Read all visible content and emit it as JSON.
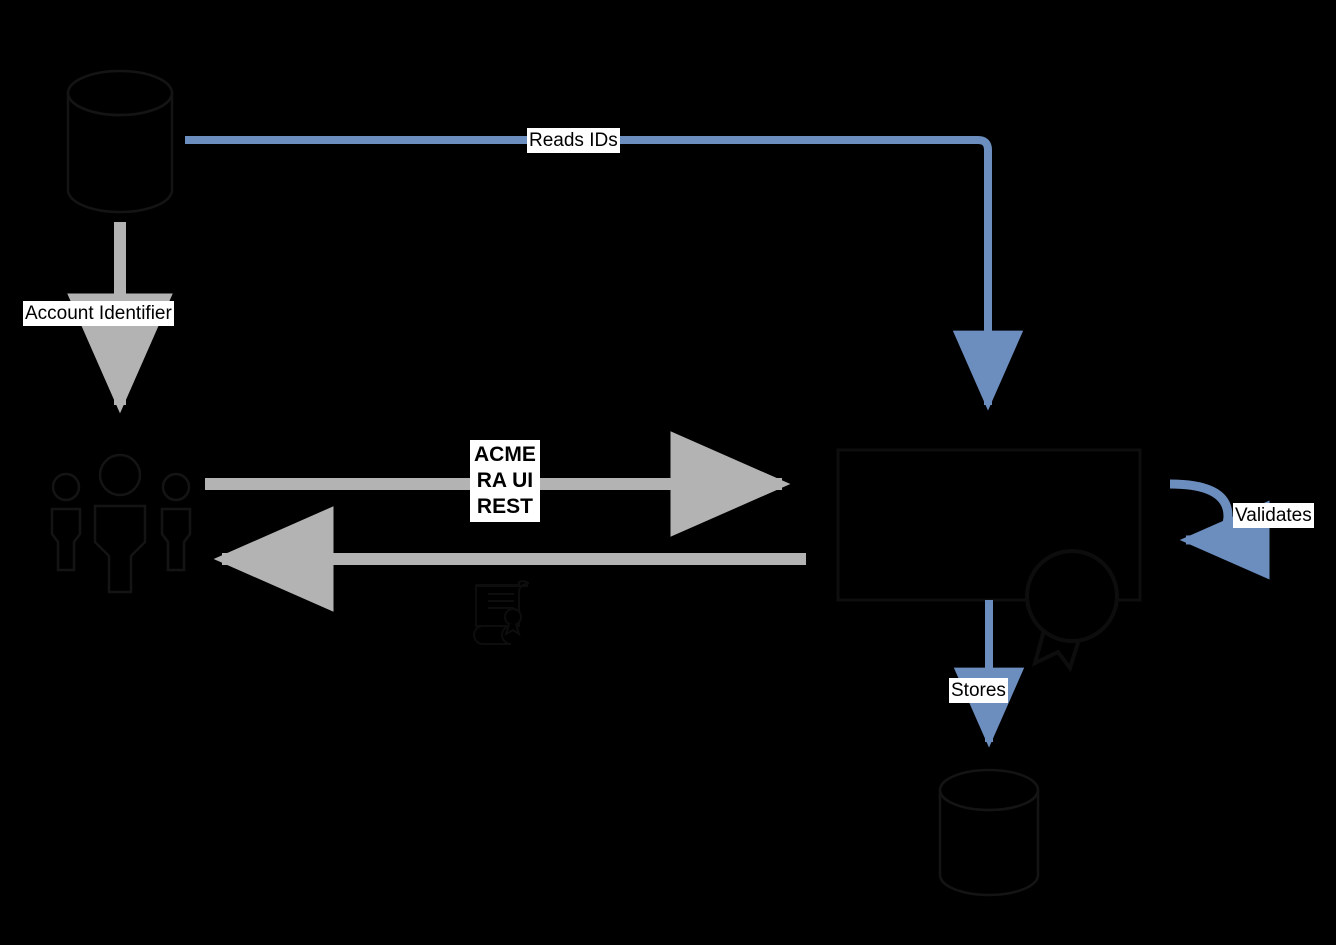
{
  "diagram": {
    "type": "architecture-flow-diagram",
    "background_color": "#000000",
    "stroke_color": "#111111",
    "blue_color": "#6c8ebf",
    "gray_color": "#b3b3b3",
    "label_background": "#ffffff",
    "label_text_color": "#000000",
    "nodes": [
      {
        "id": "account-database",
        "shape": "cylinder",
        "label": ""
      },
      {
        "id": "users-group",
        "shape": "actors",
        "label": ""
      },
      {
        "id": "certificate-document",
        "shape": "certificate-scroll",
        "label": ""
      },
      {
        "id": "ra-service",
        "shape": "rectangle",
        "label": ""
      },
      {
        "id": "award-badge",
        "shape": "ribbon-award",
        "label": ""
      },
      {
        "id": "certificate-store",
        "shape": "cylinder",
        "label": ""
      }
    ],
    "edges": [
      {
        "id": "reads-ids",
        "label": "Reads IDs",
        "color": "#6c8ebf",
        "from": "account-database",
        "to": "ra-service"
      },
      {
        "id": "account-identifier",
        "label": "Account Identifier",
        "color": "#b3b3b3",
        "from": "account-database",
        "to": "users-group"
      },
      {
        "id": "acme-ra-ui-rest",
        "label": "ACME\nRA UI\nREST",
        "color": "#b3b3b3",
        "from": "users-group",
        "to": "ra-service"
      },
      {
        "id": "response",
        "label": "",
        "color": "#b3b3b3",
        "from": "ra-service",
        "to": "users-group"
      },
      {
        "id": "validates",
        "label": "Validates",
        "color": "#6c8ebf",
        "from": "ra-service",
        "to": "ra-service"
      },
      {
        "id": "stores",
        "label": "Stores",
        "color": "#6c8ebf",
        "from": "ra-service",
        "to": "certificate-store"
      }
    ]
  },
  "labels": {
    "reads_ids": "Reads IDs",
    "account_identifier": "Account Identifier",
    "acme_ra_ui_rest": "ACME\nRA UI\nREST",
    "validates": "Validates",
    "stores": "Stores"
  }
}
